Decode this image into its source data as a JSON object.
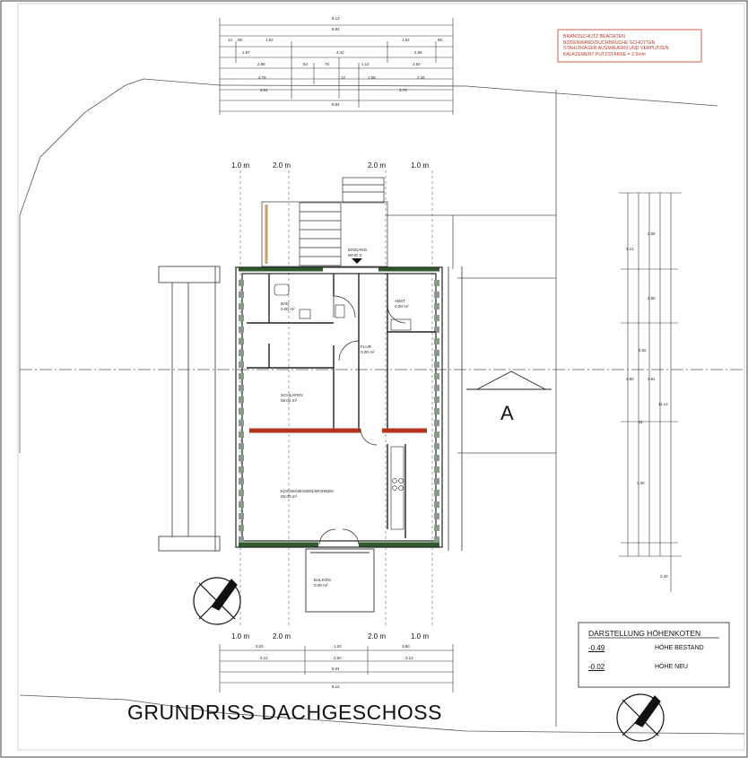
{
  "title": "GRUNDRISS DACHGESCHOSS",
  "note": {
    "lines": [
      "BRANDSCHUTZ BEACHTEN",
      "BODENWAND/DUCHBRÜCHE SCHOTTEN",
      "STAHLTRÄGER AUSMAUERN UND VERPUTZEN",
      "KALKZEMENT PUTZSTÄRKE = 2.5mm"
    ]
  },
  "legend": {
    "title": "DARSTELLUNG HÖHENKOTEN",
    "row1_value": "-0.49",
    "row1_label": "HÖHE BESTAND",
    "row2_value": "-0.02",
    "row2_label": "HÖHE NEU"
  },
  "scale_labels": {
    "top": [
      "1.0 m",
      "2.0 m",
      "2.0 m",
      "1.0 m"
    ],
    "bottom": [
      "1.0 m",
      "2.0 m",
      "2.0 m",
      "1.0 m"
    ]
  },
  "section_marker": "A",
  "rooms": {
    "bad": [
      "BAD",
      "0.00 m²"
    ],
    "abst": [
      "ABST",
      "0.00 m²"
    ],
    "flur": [
      "FLUR",
      "0.00 m²"
    ],
    "schlafen": [
      "SCHLAFEN",
      "00.04 m²"
    ],
    "kochen": [
      "KOCHEN/ESSEN/WOHNEN",
      "00.00 m²"
    ],
    "balkon": [
      "BALKON",
      "0.00 m²"
    ],
    "eingang": [
      "EINGANG",
      "WHG 3"
    ]
  },
  "top_dims": {
    "row1": [
      "8.12"
    ],
    "row2": [
      "8.84"
    ],
    "row3": [
      "14",
      "95",
      "1.62",
      "1.62",
      "95"
    ],
    "row4": [
      "1.97",
      "4.42",
      "2.59"
    ],
    "row5": [
      "2.96",
      "52",
      "76",
      "1.12",
      "2.92"
    ],
    "row6": [
      "4.76",
      "12",
      "1.58",
      "2.26"
    ],
    "row7": [
      "3.01",
      "3.70"
    ],
    "row8": [
      "8.84"
    ]
  },
  "bottom_dims": {
    "row1": [
      "3.62",
      "1.63",
      "3.60"
    ],
    "row2": [
      "3.12",
      "2.60",
      "3.12"
    ],
    "row3": [
      "8.04"
    ],
    "row4": [
      "8.12"
    ]
  },
  "right_dims": [
    "2.56",
    "1.12",
    "1.80",
    "5.92",
    "3.80",
    "11",
    "4.30",
    "2.40",
    "11.12",
    "3.91"
  ]
}
